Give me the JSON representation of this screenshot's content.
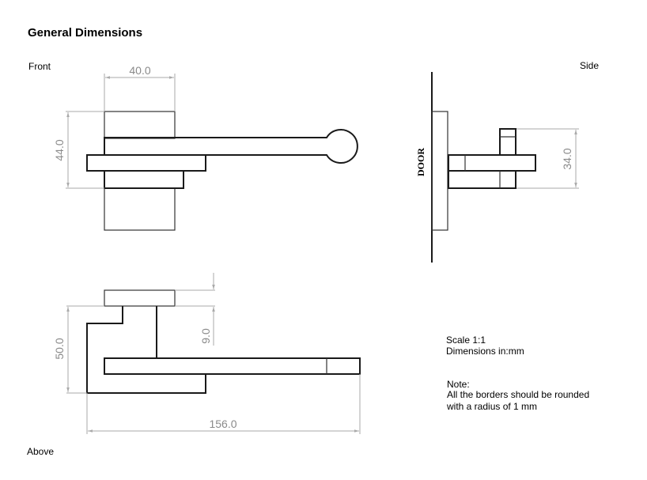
{
  "title": "General Dimensions",
  "views": {
    "front": "Front",
    "side": "Side",
    "above": "Above"
  },
  "dimensions": {
    "front_width": "40.0",
    "front_height": "44.0",
    "side_height": "34.0",
    "above_height": "50.0",
    "above_offset": "9.0",
    "above_length": "156.0"
  },
  "door_label": "DOOR",
  "info": {
    "scale": "Scale 1:1",
    "units": "Dimensions in:mm",
    "note_title": "Note:",
    "note_line1": "All the borders should be rounded",
    "note_line2": "with a radius of 1 mm"
  }
}
